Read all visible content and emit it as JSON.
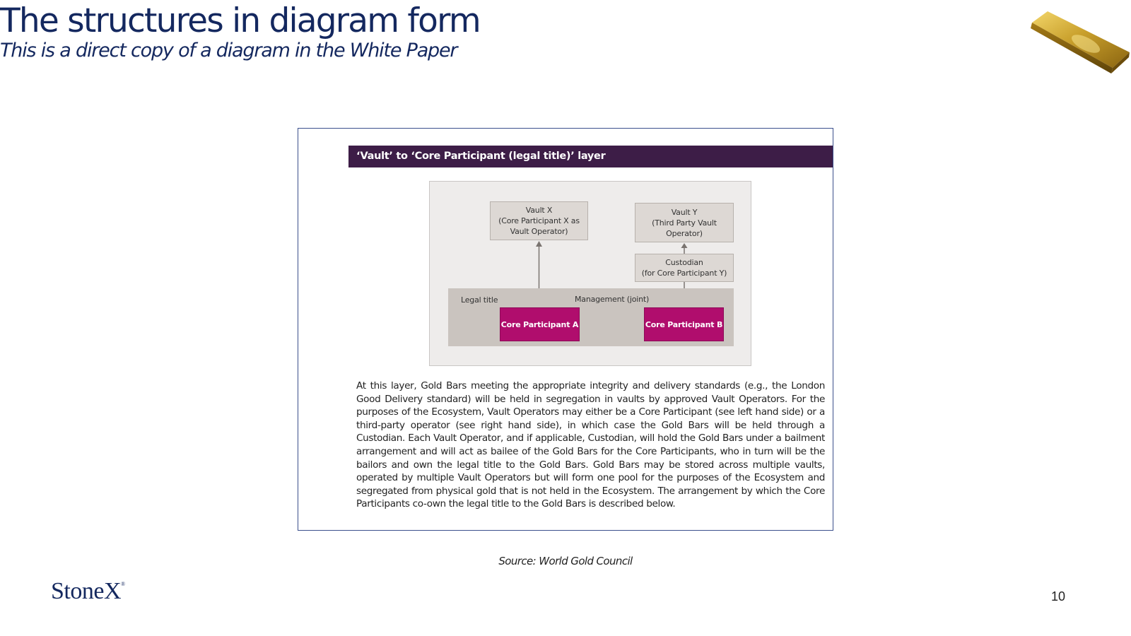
{
  "slide": {
    "title": "The structures in diagram form",
    "subtitle": "This is a direct copy of a diagram in the White Paper"
  },
  "figure": {
    "header": "‘Vault’ to ‘Core Participant (legal title)’ layer",
    "diagram": {
      "vault_x": [
        "Vault X",
        "(Core Participant X as",
        "Vault Operator)"
      ],
      "vault_y": [
        "Vault Y",
        "(Third Party Vault",
        "Operator)"
      ],
      "custodian": [
        "Custodian",
        "(for Core Participant Y)"
      ],
      "legal_title": "Legal title",
      "management": "Management (joint)",
      "core_participant_a": "Core Participant A",
      "core_participant_b": "Core Participant B"
    },
    "body_text": "At this layer, Gold Bars meeting the appropriate integrity and delivery standards (e.g., the London Good Delivery standard) will be held in segregation in vaults by approved Vault Operators. For the purposes of the Ecosystem, Vault Operators may either be a Core Participant (see left hand side) or a third-party operator (see right hand side), in which case the Gold Bars will be held through a Custodian. Each Vault Operator, and if applicable, Custodian, will hold the Gold Bars under a bailment arrangement and will act as bailee of the Gold Bars for the Core Participants, who in turn will be the bailors and own the legal title to the Gold Bars. Gold Bars may be stored across multiple vaults, operated by multiple Vault Operators but will form one pool for the purposes of the Ecosystem and segregated from physical gold that is not held in the Ecosystem. The arrangement by which the Core Participants co-own the legal title to the Gold Bars is described below."
  },
  "source": "Source: World Gold Council",
  "logo": "StoneX",
  "page_number": "10",
  "colors": {
    "title": "#14285f",
    "header_band": "#3d1d47",
    "core_participant": "#b00d6d",
    "frame_border": "#3b4f8c"
  },
  "icons": [
    "gold-bar-image"
  ]
}
